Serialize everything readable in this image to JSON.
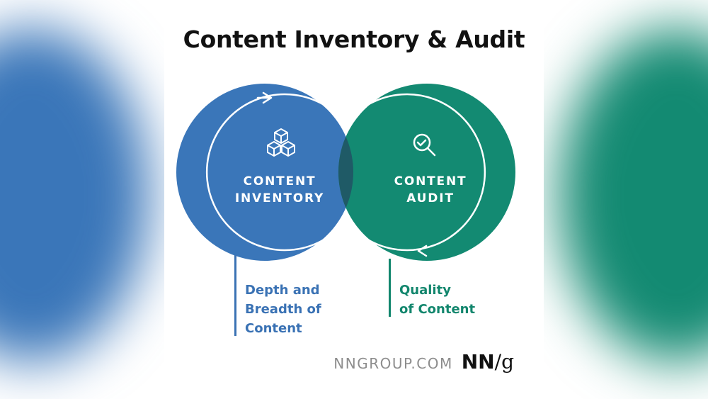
{
  "title": "Content Inventory & Audit",
  "inventory": {
    "label_line1": "CONTENT",
    "label_line2": "INVENTORY",
    "icon": "cubes-icon",
    "caption_line1": "Depth and",
    "caption_line2": "Breadth of",
    "caption_line3": "Content"
  },
  "audit": {
    "label_line1": "CONTENT",
    "label_line2": "AUDIT",
    "icon": "magnifier-check-icon",
    "caption_line1": "Quality",
    "caption_line2": "of Content"
  },
  "footer": {
    "site": "NNGROUP.COM",
    "logo_left": "NN",
    "logo_slash": "/",
    "logo_right": "g"
  },
  "colors": {
    "inventory": "#3a76b9",
    "audit": "#138a72",
    "overlap": "#1f5a66",
    "title": "#111111",
    "site_text": "#8d8d8d"
  }
}
